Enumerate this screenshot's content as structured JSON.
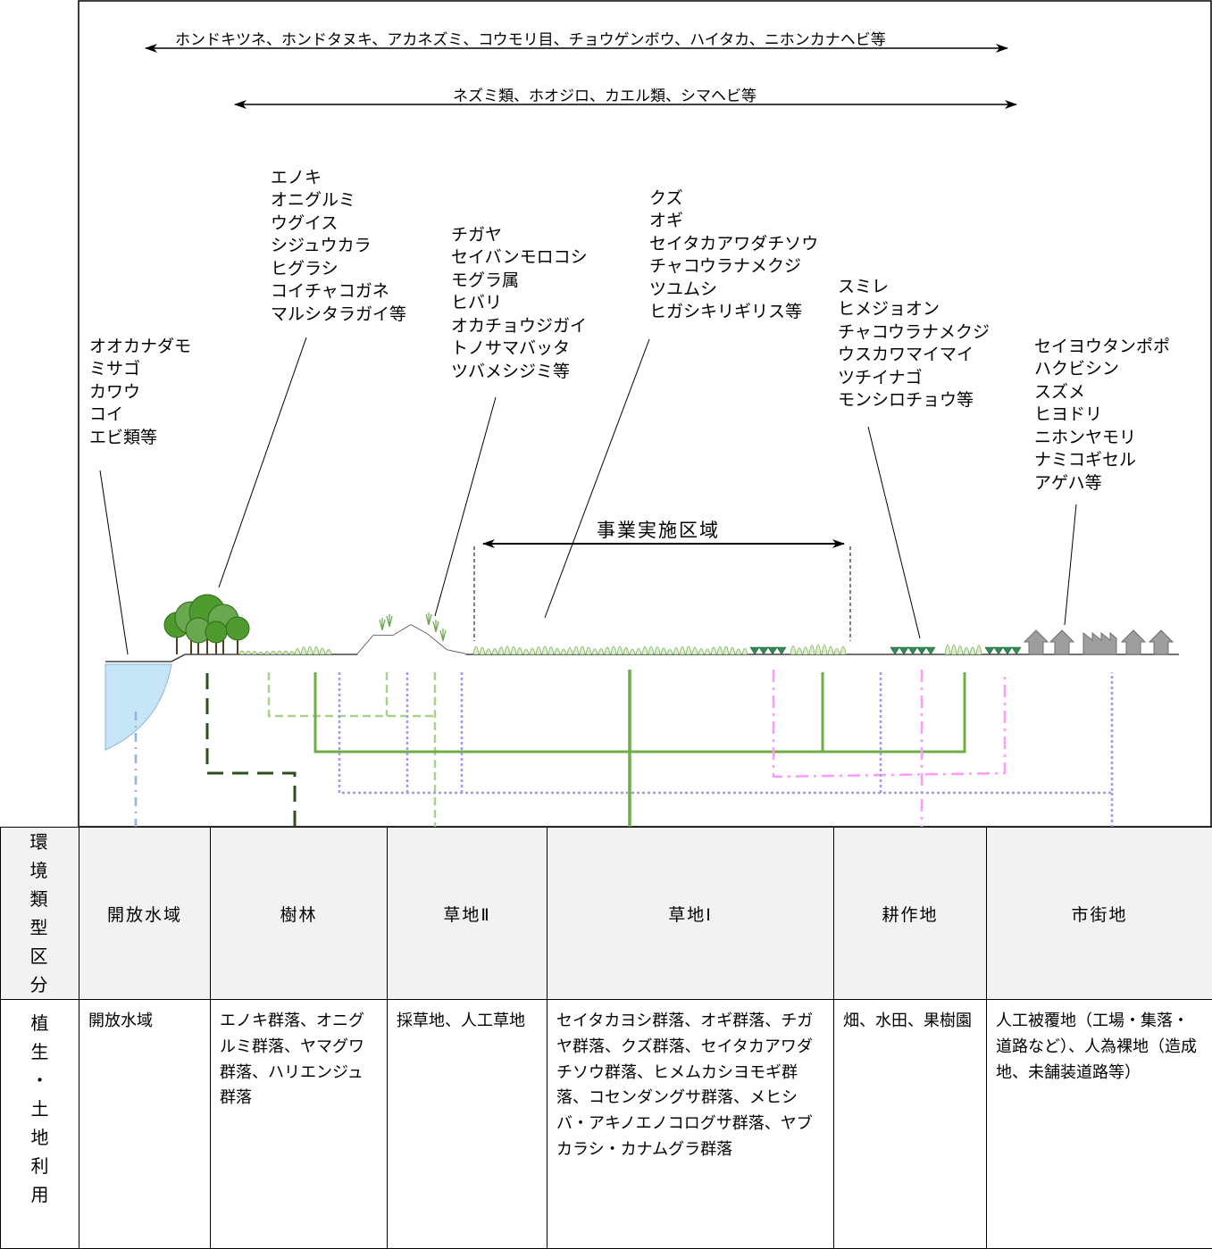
{
  "top_arrow_label": "ホンドキツネ、ホンドタヌキ、アカネズミ、コウモリ目、チョウゲンボウ、ハイタカ、ニホンカナヘビ等",
  "second_arrow_label": "ネズミ類、ホオジロ、カエル類、シマヘビ等",
  "project_area_label": "事業実施区域",
  "species_groups": {
    "open_water": [
      "オオカナダモ",
      "ミサゴ",
      "カワウ",
      "コイ",
      "エビ類等"
    ],
    "forest": [
      "エノキ",
      "オニグルミ",
      "ウグイス",
      "シジュウカラ",
      "ヒグラシ",
      "コイチャコガネ",
      "マルシタラガイ等"
    ],
    "grassland2": [
      "チガヤ",
      "セイバンモロコシ",
      "モグラ属",
      "ヒバリ",
      "オカチョウジガイ",
      "トノサマバッタ",
      "ツバメシジミ等"
    ],
    "grassland1": [
      "クズ",
      "オギ",
      "セイタカアワダチソウ",
      "チャコウラナメクジ",
      "ツユムシ",
      "ヒガシキリギリス等"
    ],
    "farmland": [
      "スミレ",
      "ヒメジョオン",
      "チャコウラナメクジ",
      "ウスカワマイマイ",
      "ツチイナゴ",
      "モンシロチョウ等"
    ],
    "urban": [
      "セイヨウタンポポ",
      "ハクビシン",
      "スズメ",
      "ヒヨドリ",
      "ニホンヤモリ",
      "ナミコギセル",
      "アゲハ等"
    ]
  },
  "table": {
    "row1_header": "環境類型区分",
    "row2_header": "植生・土地利用",
    "columns": [
      {
        "type": "開放水域",
        "vegetation": "開放水域"
      },
      {
        "type": "樹林",
        "vegetation": "エノキ群落、オニグルミ群落、ヤマグワ群落、ハリエンジュ群落"
      },
      {
        "type": "草地Ⅱ",
        "vegetation": "採草地、人工草地"
      },
      {
        "type": "草地Ⅰ",
        "vegetation": "セイタカヨシ群落、オギ群落、チガヤ群落、クズ群落、セイタカアワダチソウ群落、ヒメムカシヨモギ群落、コセンダングサ群落、メヒシバ・アキノエノコログサ群落、ヤブカラシ・カナムグラ群落"
      },
      {
        "type": "耕作地",
        "vegetation": "畑、水田、果樹園"
      },
      {
        "type": "市街地",
        "vegetation": "人工被覆地（工場・集落・道路など）、人為裸地（造成地、未舗装道路等）"
      }
    ]
  },
  "colors": {
    "water": "#c6e6f7",
    "water_line": "#8fb3dd",
    "forest_line": "#2f4f1f",
    "grass2_line": "#a9d18e",
    "grass1_line": "#70ad47",
    "farm_line": "#ff99ff",
    "urban_line": "#9999ff",
    "building": "#9e9e9e",
    "tree": "#4f9a2e"
  }
}
